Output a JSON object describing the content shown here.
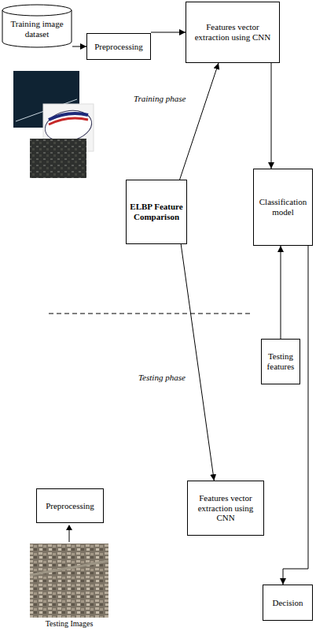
{
  "diagram": {
    "nodes": [
      {
        "text": [
          "Training image dataset"
        ]
      },
      {
        "text": [
          "Preprocessing"
        ]
      },
      {
        "text": [
          "Features vector extraction using CNN"
        ]
      },
      {
        "text": [
          "ELBP Feature Comparison"
        ]
      },
      {
        "text": [
          "Classification model"
        ]
      },
      {
        "text": [
          "Testing features"
        ]
      },
      {
        "text": [
          "Preprocessing"
        ]
      },
      {
        "text": [
          "Features vector extraction using CNN"
        ]
      },
      {
        "text": [
          "Decision"
        ]
      }
    ],
    "edges": [
      {
        "from": 0,
        "to": 1,
        "arrow": "to"
      },
      {
        "from": 1,
        "to": 2,
        "arrow": "to"
      },
      {
        "from": 2,
        "to": 4,
        "arrow": "to"
      },
      {
        "from": 3,
        "to": 2,
        "arrow": "to"
      },
      {
        "from": 3,
        "to": 7,
        "arrow": "to"
      },
      {
        "from": 5,
        "to": 4,
        "arrow": "to"
      },
      {
        "from": 4,
        "to": 8,
        "arrow": "to"
      }
    ],
    "labels": [
      "Training phase",
      "Testing phase",
      "Testing Images"
    ]
  }
}
